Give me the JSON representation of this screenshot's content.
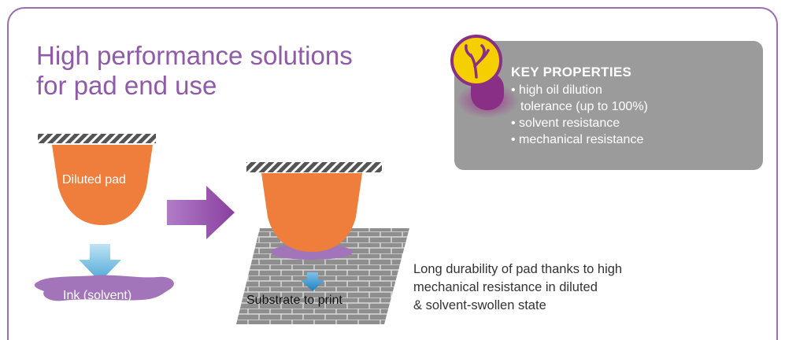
{
  "title": {
    "line1": "High performance solutions",
    "line2": "for pad end use"
  },
  "key_properties": {
    "heading": "KEY PROPERTIES",
    "items": [
      "• high oil dilution",
      "tolerance (up to 100%)",
      "• solvent resistance",
      "• mechanical resistance"
    ]
  },
  "diagram": {
    "pad_label": "Diluted pad",
    "ink_label": "Ink (solvent)",
    "substrate_label": "Substrate to print"
  },
  "description": {
    "line1": "Long durability of pad thanks to high",
    "line2": "mechanical resistance in diluted",
    "line3": "& solvent-swollen state"
  },
  "colors": {
    "accent_purple": "#8f5aa8",
    "pad_orange": "#ef7d3b",
    "key_box_gray": "#9b9b9b",
    "icon_yellow": "#f6cf00"
  }
}
